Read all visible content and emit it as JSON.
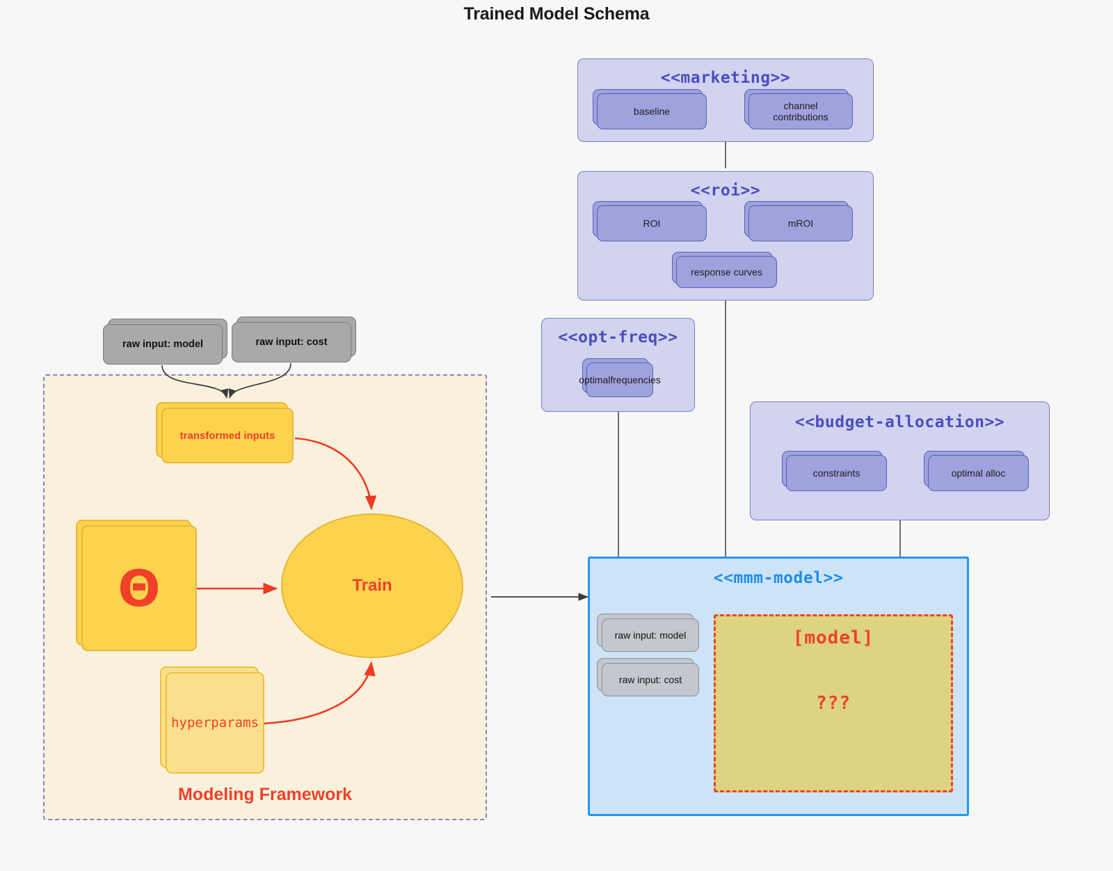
{
  "title": "Trained Model Schema",
  "packages": {
    "marketing": {
      "title": "<<marketing>>",
      "nodes": [
        {
          "label": "baseline"
        },
        {
          "label": "channel contributions"
        }
      ]
    },
    "roi": {
      "title": "<<roi>>",
      "nodes": [
        {
          "label": "ROI"
        },
        {
          "label": "mROI"
        },
        {
          "label": "response curves"
        }
      ]
    },
    "opt_freq": {
      "title": "<<opt-freq>>",
      "nodes": [
        {
          "label": "optimal\nfrequencies",
          "line1": "optimal",
          "line2": "frequencies"
        }
      ]
    },
    "budget_allocation": {
      "title": "<<budget-allocation>>",
      "nodes": [
        {
          "label": "constraints"
        },
        {
          "label": "optimal alloc"
        }
      ]
    },
    "mmm_model": {
      "title": "<<mmm-model>>",
      "raw_inputs": [
        {
          "label": "raw input: model"
        },
        {
          "label": "raw input: cost"
        }
      ],
      "model_region": {
        "label": "[model]",
        "unknown": "???"
      }
    }
  },
  "framework": {
    "label": "Modeling Framework",
    "raw_inputs": [
      {
        "label": "raw input: model"
      },
      {
        "label": "raw input: cost"
      }
    ],
    "transformed_inputs": {
      "label": "transformed inputs"
    },
    "theta": {
      "label": "Θ"
    },
    "hyperparams": {
      "label": "hyperparams"
    },
    "train": {
      "label": "Train"
    }
  },
  "colors": {
    "background": "#f7f7f7",
    "package_fill": "#d2d3ef",
    "package_border": "#7b7fc8",
    "package_title": "#4a4fbd",
    "node_fill": "#9fa3dd",
    "node_border": "#5a5fb5",
    "grey_dark_fill": "#a9a9a9",
    "grey_light_fill": "#c2c8cd",
    "yellow_strong": "#fcd34d",
    "yellow_soft": "#fae08c",
    "yellow_border": "#e7b63a",
    "accent_red": "#f0402a",
    "mmm_fill": "#cde3f7",
    "mmm_border": "#2196f3",
    "mmm_title": "#1d8fe8",
    "model_region_fill": "#ddd380",
    "framework_fill": "#faf1dd",
    "framework_border": "#8085c8",
    "edge_black": "#3a3a3a"
  }
}
